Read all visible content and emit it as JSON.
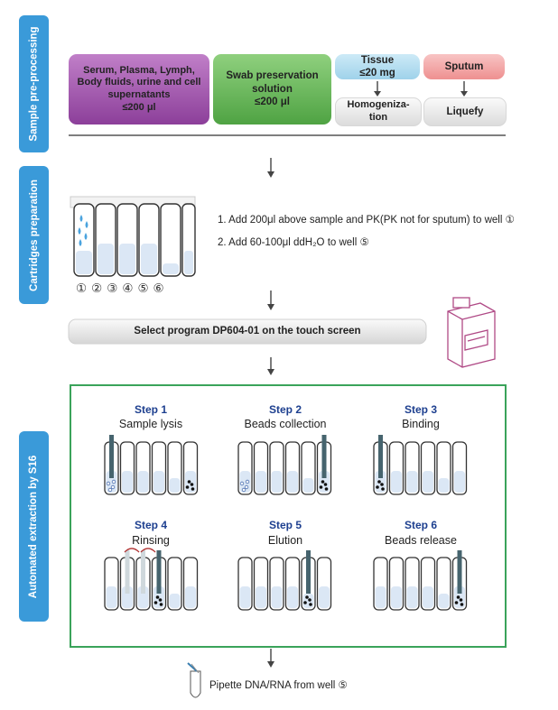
{
  "sections": {
    "preprocessing": "Sample pre-processing",
    "cartridges": "Cartridges preparation",
    "automated": "Automated extraction by S16"
  },
  "preprocessing": {
    "serum": "Serum, Plasma, Lymph,\nBody fluids, urine and cell\nsupernatants\n≤200 μl",
    "swab": "Swab preservation\nsolution\n≤200 μl",
    "tissue": "Tissue\n≤20 mg",
    "homogenization": "Homogeniza-\ntion",
    "sputum": "Sputum",
    "liquefy": "Liquefy"
  },
  "cartridges": {
    "step1": "1. Add 200μl above sample and PK(PK not for sputum) to well ①",
    "step2": "2. Add 60-100μl ddH₂O to well ⑤",
    "well_labels": [
      "①",
      "②",
      "③",
      "④",
      "⑤",
      "⑥"
    ]
  },
  "program_bar": "Select program DP604-01 on the touch screen",
  "steps": [
    {
      "title": "Step 1",
      "name": "Sample lysis"
    },
    {
      "title": "Step 2",
      "name": "Beads collection"
    },
    {
      "title": "Step 3",
      "name": "Binding"
    },
    {
      "title": "Step 4",
      "name": "Rinsing"
    },
    {
      "title": "Step 5",
      "name": "Elution"
    },
    {
      "title": "Step 6",
      "name": "Beads release"
    }
  ],
  "final": "Pipette DNA/RNA from well ⑤",
  "colors": {
    "sidebar": "#3a9ad9",
    "serum": "#9b4fa8",
    "swab": "#5fb552",
    "tissue": "#a9d8ee",
    "sputum": "#f2a3a3",
    "step_title": "#1d3f8f",
    "frame": "#3aa35a",
    "liquid": "#dbe7f5",
    "magnet": "#46646e",
    "instrument": "#b04a86"
  }
}
